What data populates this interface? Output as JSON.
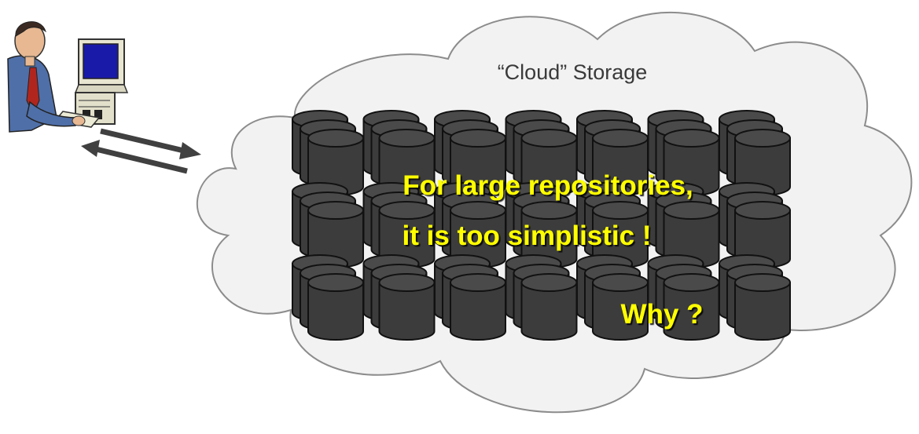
{
  "cloud": {
    "label": "“Cloud” Storage"
  },
  "overlay": {
    "line1": "For large repositories,",
    "line2": "it is too simplistic !",
    "question": "Why ?"
  },
  "colors": {
    "cloud_fill": "#f2f2f2",
    "cloud_stroke": "#8c8c8c",
    "drum_fill": "#3c3c3c",
    "drum_top": "#4a4a4a",
    "drum_stroke": "#111111",
    "callout_text": "#ffff00",
    "arrow": "#404040"
  },
  "icons": [
    "user-at-computer-icon",
    "bidirectional-arrow-icon",
    "storage-drum-icon"
  ]
}
